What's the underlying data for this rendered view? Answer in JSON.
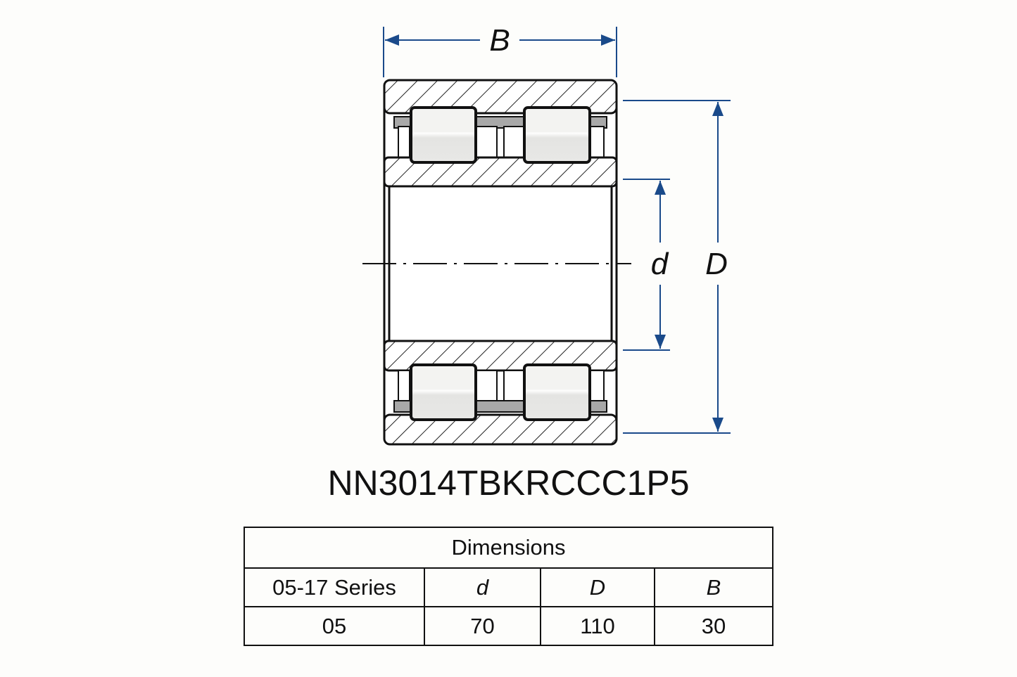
{
  "diagram": {
    "dimension_labels": {
      "width": "B",
      "bore": "d",
      "outer": "D"
    },
    "line_color": "#1a4a8a",
    "hatch_color": "#222222",
    "roller_color": "#e8e8e6",
    "cage_color": "#a8a8a8"
  },
  "title": "NN3014TBKRCCC1P5",
  "table": {
    "caption": "Dimensions",
    "headers": [
      "05-17 Series",
      "d",
      "D",
      "B"
    ],
    "rows": [
      [
        "05",
        "70",
        "110",
        "30"
      ]
    ]
  }
}
